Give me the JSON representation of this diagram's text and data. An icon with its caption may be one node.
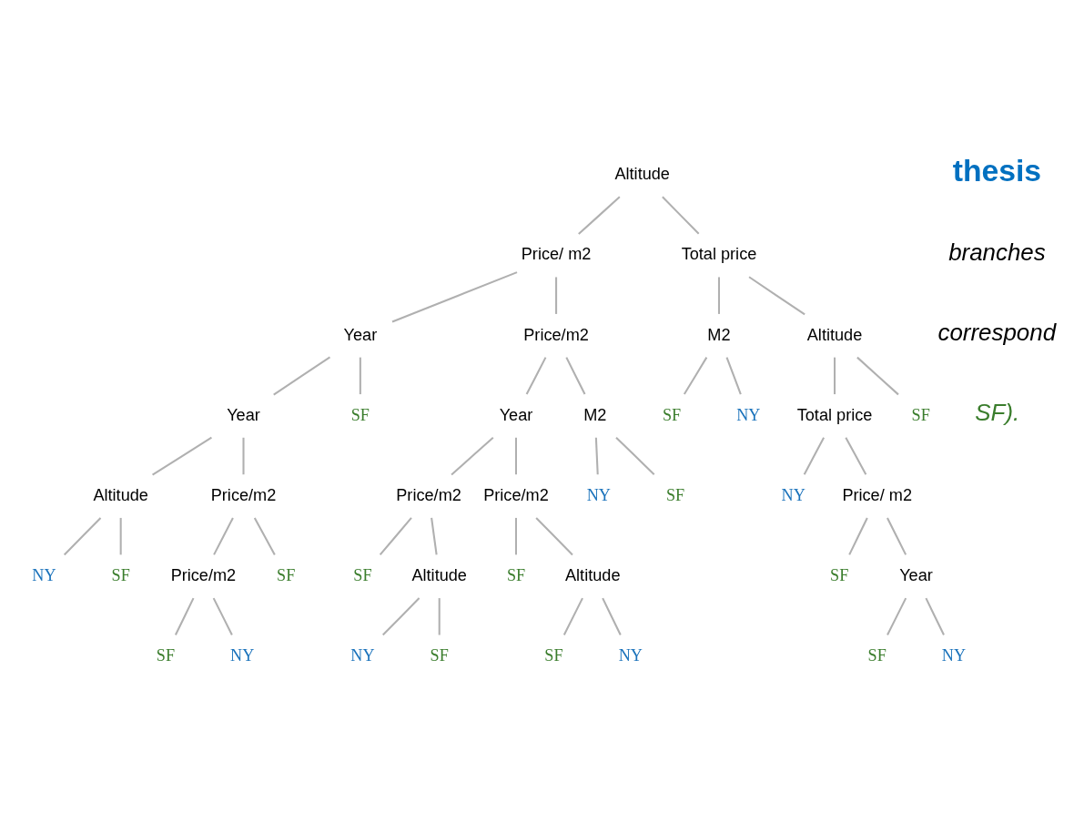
{
  "diagram": {
    "nodes": [
      {
        "text": [
          "Altitude"
        ]
      },
      {
        "text": [
          "Price/ m2"
        ]
      },
      {
        "text": [
          "Year"
        ]
      },
      {
        "text": [
          "Year"
        ]
      },
      {
        "text": [
          "Altitude"
        ]
      },
      {
        "text": [
          "NY"
        ]
      },
      {
        "text": [
          "SF"
        ]
      },
      {
        "text": [
          "Price/m2"
        ]
      },
      {
        "text": [
          "Price/m2"
        ]
      },
      {
        "text": [
          "SF"
        ]
      },
      {
        "text": [
          "NY"
        ]
      },
      {
        "text": [
          "SF"
        ]
      },
      {
        "text": [
          "SF"
        ]
      },
      {
        "text": [
          "Price/m2"
        ]
      },
      {
        "text": [
          "Year"
        ]
      },
      {
        "text": [
          "Price/m2"
        ]
      },
      {
        "text": [
          "SF"
        ]
      },
      {
        "text": [
          "Altitude"
        ]
      },
      {
        "text": [
          "NY"
        ]
      },
      {
        "text": [
          "SF"
        ]
      },
      {
        "text": [
          "Price/m2"
        ]
      },
      {
        "text": [
          "SF"
        ]
      },
      {
        "text": [
          "Altitude"
        ]
      },
      {
        "text": [
          "SF"
        ]
      },
      {
        "text": [
          "NY"
        ]
      },
      {
        "text": [
          "M2"
        ]
      },
      {
        "text": [
          "NY"
        ]
      },
      {
        "text": [
          "SF"
        ]
      },
      {
        "text": [
          "Total price"
        ]
      },
      {
        "text": [
          "M2"
        ]
      },
      {
        "text": [
          "SF"
        ]
      },
      {
        "text": [
          "NY"
        ]
      },
      {
        "text": [
          "Altitude"
        ]
      },
      {
        "text": [
          "Total price"
        ]
      },
      {
        "text": [
          "NY"
        ]
      },
      {
        "text": [
          "Price/ m2"
        ]
      },
      {
        "text": [
          "SF"
        ]
      },
      {
        "text": [
          "Year"
        ]
      },
      {
        "text": [
          "SF"
        ]
      },
      {
        "text": [
          "NY"
        ]
      },
      {
        "text": [
          "SF"
        ]
      }
    ],
    "edges": [
      {
        "from": 0,
        "to": 1,
        "arrow": "none"
      },
      {
        "from": 0,
        "to": 28,
        "arrow": "none"
      },
      {
        "from": 1,
        "to": 2,
        "arrow": "none"
      },
      {
        "from": 1,
        "to": 13,
        "arrow": "none"
      },
      {
        "from": 2,
        "to": 3,
        "arrow": "none"
      },
      {
        "from": 2,
        "to": 12,
        "arrow": "none"
      },
      {
        "from": 3,
        "to": 4,
        "arrow": "none"
      },
      {
        "from": 3,
        "to": 7,
        "arrow": "none"
      },
      {
        "from": 4,
        "to": 5,
        "arrow": "none"
      },
      {
        "from": 4,
        "to": 6,
        "arrow": "none"
      },
      {
        "from": 7,
        "to": 8,
        "arrow": "none"
      },
      {
        "from": 7,
        "to": 11,
        "arrow": "none"
      },
      {
        "from": 8,
        "to": 9,
        "arrow": "none"
      },
      {
        "from": 8,
        "to": 10,
        "arrow": "none"
      },
      {
        "from": 13,
        "to": 14,
        "arrow": "none"
      },
      {
        "from": 13,
        "to": 25,
        "arrow": "none"
      },
      {
        "from": 14,
        "to": 15,
        "arrow": "none"
      },
      {
        "from": 14,
        "to": 20,
        "arrow": "none"
      },
      {
        "from": 15,
        "to": 16,
        "arrow": "none"
      },
      {
        "from": 15,
        "to": 17,
        "arrow": "none"
      },
      {
        "from": 17,
        "to": 18,
        "arrow": "none"
      },
      {
        "from": 17,
        "to": 19,
        "arrow": "none"
      },
      {
        "from": 20,
        "to": 21,
        "arrow": "none"
      },
      {
        "from": 20,
        "to": 22,
        "arrow": "none"
      },
      {
        "from": 22,
        "to": 23,
        "arrow": "none"
      },
      {
        "from": 22,
        "to": 24,
        "arrow": "none"
      },
      {
        "from": 25,
        "to": 26,
        "arrow": "none"
      },
      {
        "from": 25,
        "to": 27,
        "arrow": "none"
      },
      {
        "from": 28,
        "to": 29,
        "arrow": "none"
      },
      {
        "from": 28,
        "to": 32,
        "arrow": "none"
      },
      {
        "from": 29,
        "to": 30,
        "arrow": "none"
      },
      {
        "from": 29,
        "to": 31,
        "arrow": "none"
      },
      {
        "from": 32,
        "to": 33,
        "arrow": "none"
      },
      {
        "from": 32,
        "to": 40,
        "arrow": "none"
      },
      {
        "from": 33,
        "to": 34,
        "arrow": "none"
      },
      {
        "from": 33,
        "to": 35,
        "arrow": "none"
      },
      {
        "from": 35,
        "to": 36,
        "arrow": "none"
      },
      {
        "from": 35,
        "to": 37,
        "arrow": "none"
      },
      {
        "from": 37,
        "to": 38,
        "arrow": "none"
      },
      {
        "from": 37,
        "to": 39,
        "arrow": "none"
      }
    ],
    "labels": [
      "thesis",
      "branches",
      "correspond",
      "SF)."
    ]
  }
}
